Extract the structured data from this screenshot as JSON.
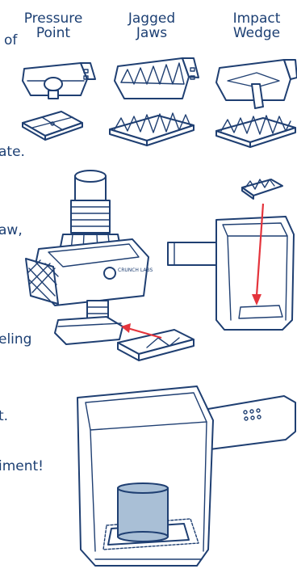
{
  "tools": [
    {
      "name_line1": "Pressure",
      "name_line2": "Point"
    },
    {
      "name_line1": "Jagged",
      "name_line2": "Jaws"
    },
    {
      "name_line1": "Impact",
      "name_line2": "Wedge"
    }
  ],
  "left_text_fragments": [
    "of",
    "ate.",
    "aw,",
    "eling",
    "t.",
    "iment!"
  ],
  "device_badge": "CRUNCH LABS",
  "colors": {
    "ink": "#1f3f72",
    "arrow": "#e4343c",
    "specimen": "#a9bfd6"
  }
}
